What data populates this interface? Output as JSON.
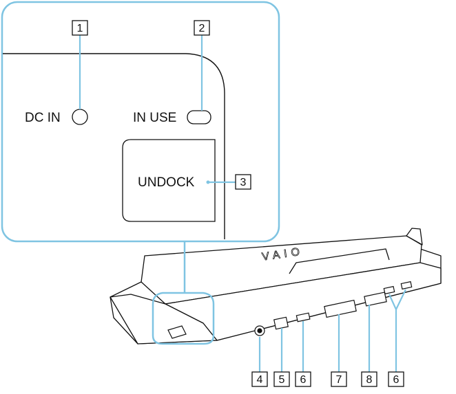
{
  "labels": {
    "dc_in": "DC IN",
    "in_use": "IN USE",
    "undock": "UNDOCK",
    "vaio_logo": "VAIO"
  },
  "callouts": [
    "1",
    "2",
    "3",
    "4",
    "5",
    "6",
    "7",
    "8",
    "6"
  ],
  "colors": {
    "inset_border": "#7fc4e2",
    "line": "#111111",
    "leader": "#7fc4e2"
  }
}
